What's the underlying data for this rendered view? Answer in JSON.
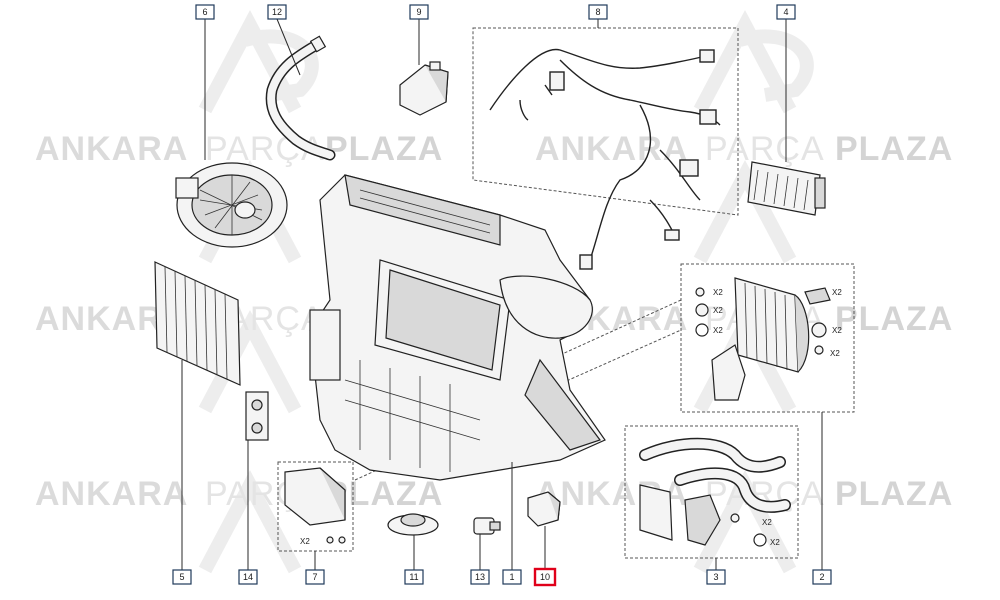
{
  "watermark": {
    "word1": "ANKARA",
    "word2": "PARÇA",
    "word3": "PLAZA",
    "logo": "AP"
  },
  "callouts": [
    {
      "id": "c1",
      "label": "1"
    },
    {
      "id": "c2",
      "label": "2"
    },
    {
      "id": "c3",
      "label": "3"
    },
    {
      "id": "c4",
      "label": "4"
    },
    {
      "id": "c5",
      "label": "5"
    },
    {
      "id": "c6",
      "label": "6"
    },
    {
      "id": "c7",
      "label": "7"
    },
    {
      "id": "c8",
      "label": "8"
    },
    {
      "id": "c9",
      "label": "9"
    },
    {
      "id": "c10",
      "label": "10",
      "highlighted": true
    },
    {
      "id": "c11",
      "label": "11"
    },
    {
      "id": "c12",
      "label": "12"
    },
    {
      "id": "c13",
      "label": "13"
    },
    {
      "id": "c14",
      "label": "14"
    }
  ],
  "quantity_labels": {
    "q1": "X2",
    "q2": "X2",
    "q3": "X2",
    "q4": "X2",
    "q5": "X2",
    "q6": "X2",
    "q7": "X2",
    "q8": "X2",
    "q9": "X2"
  },
  "colors": {
    "highlight": "#e0001a",
    "callout_border": "#1f3a5a",
    "line": "#2a2a2a"
  }
}
